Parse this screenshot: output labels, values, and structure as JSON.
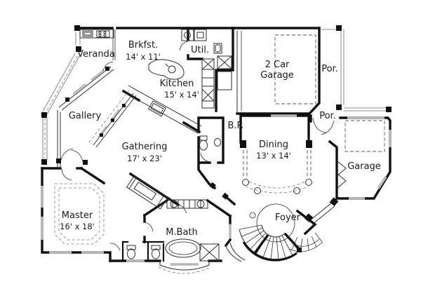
{
  "title": "first-floor-plan",
  "colors": {
    "wall": "#111111",
    "window_gray": "#b9b9b9",
    "thin_line": "#2e2e2e",
    "porch_line": "#8f8f8f",
    "background": "#ffffff",
    "text": "#1a1a1a"
  },
  "rooms": {
    "veranda": {
      "label": "Veranda"
    },
    "brkfst": {
      "label": "Brkfst.",
      "dims": "14' x 11'"
    },
    "util": {
      "label": "Util."
    },
    "garage_2car": {
      "line1": "2 Car",
      "line2": "Garage"
    },
    "por_top": {
      "label": "Por."
    },
    "kitchen": {
      "label": "Kitchen",
      "dims": "15' x 14'"
    },
    "gallery": {
      "label": "Gallery"
    },
    "bp": {
      "label": "B.P."
    },
    "dining": {
      "label": "Dining",
      "dims": "13' x 14'"
    },
    "por_mid": {
      "label": "Por."
    },
    "garage_side": {
      "label": "Garage"
    },
    "gathering": {
      "label": "Gathering",
      "dims": "17' x 23'"
    },
    "master": {
      "label": "Master",
      "dims": "16' x 18'"
    },
    "mbath": {
      "label": "M.Bath"
    },
    "foyer": {
      "label": "Foyer"
    }
  },
  "features": {
    "spiral_stair": "spiral-staircase",
    "kitchen_island": "kitchen-island",
    "tub": "garden-tub",
    "shower": "shower",
    "fireplace": "fireplace",
    "washer_dryer": "washer-dryer",
    "bay_columns": "dining-bay-columns"
  }
}
